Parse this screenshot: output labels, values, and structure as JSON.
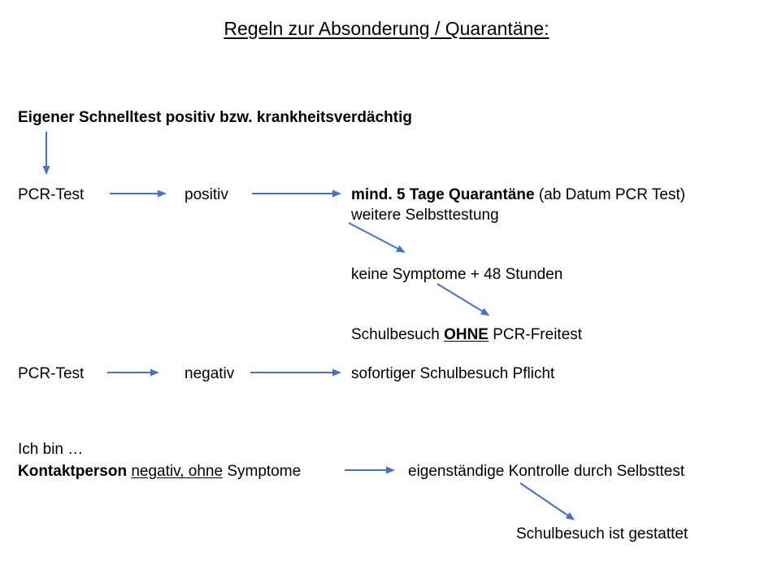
{
  "title": "Regeln zur Absonderung / Quarantäne:",
  "colors": {
    "arrow_blue": "#4472C4",
    "text_black": "#000000",
    "background": "#FFFFFF"
  },
  "flow": {
    "start_condition": "Eigener Schnelltest positiv bzw. krankheitsverdächtig",
    "positive_branch": {
      "node": "PCR-Test",
      "result": "positiv",
      "outcome_bold": "mind. 5 Tage Quarantäne",
      "outcome_note": " (ab Datum PCR Test)",
      "outcome_line2": "weitere Selbsttestung",
      "step_wait": "keine Symptome + 48 Stunden",
      "school_pre": "Schulbesuch ",
      "school_emph": "OHNE",
      "school_post": " PCR-Freitest"
    },
    "negative_branch": {
      "node": "PCR-Test",
      "result": "negativ",
      "outcome": "sofortiger Schulbesuch Pflicht"
    },
    "contact_branch": {
      "intro": "Ich bin …",
      "person_bold": "Kontaktperson ",
      "person_underlined": "negativ, ohne",
      "person_rest": " Symptome",
      "check": "eigenständige Kontrolle durch Selbsttest",
      "result": "Schulbesuch ist gestattet"
    }
  }
}
